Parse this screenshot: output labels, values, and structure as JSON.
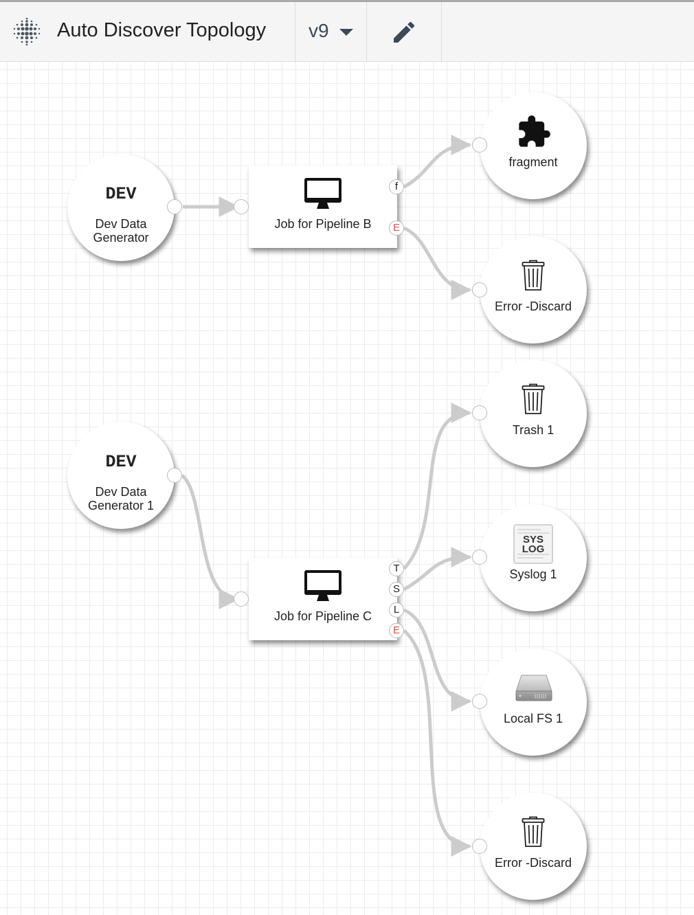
{
  "header": {
    "title": "Auto Discover Topology",
    "version": "v9"
  },
  "stages": {
    "dev_gen": {
      "badge": "DEV",
      "line1": "Dev Data",
      "line2": "Generator"
    },
    "job_b": {
      "label": "Job for Pipeline B",
      "ports": [
        "f",
        "E"
      ]
    },
    "fragment": {
      "label": "fragment"
    },
    "error_discard_1": {
      "label": "Error -Discard"
    },
    "trash_1": {
      "label": "Trash 1"
    },
    "dev_gen_1": {
      "badge": "DEV",
      "line1": "Dev Data",
      "line2": "Generator 1"
    },
    "syslog_1": {
      "label": "Syslog 1",
      "logo_line1": "SYS",
      "logo_line2": "LOG"
    },
    "job_c": {
      "label": "Job for Pipeline C",
      "ports": [
        "T",
        "S",
        "L",
        "E"
      ]
    },
    "local_fs_1": {
      "label": "Local FS 1"
    },
    "error_discard_2": {
      "label": "Error -Discard"
    }
  },
  "colors": {
    "edge": "#cccccc",
    "error_port": "#d9534f",
    "header_bg": "#f5f5f5"
  }
}
